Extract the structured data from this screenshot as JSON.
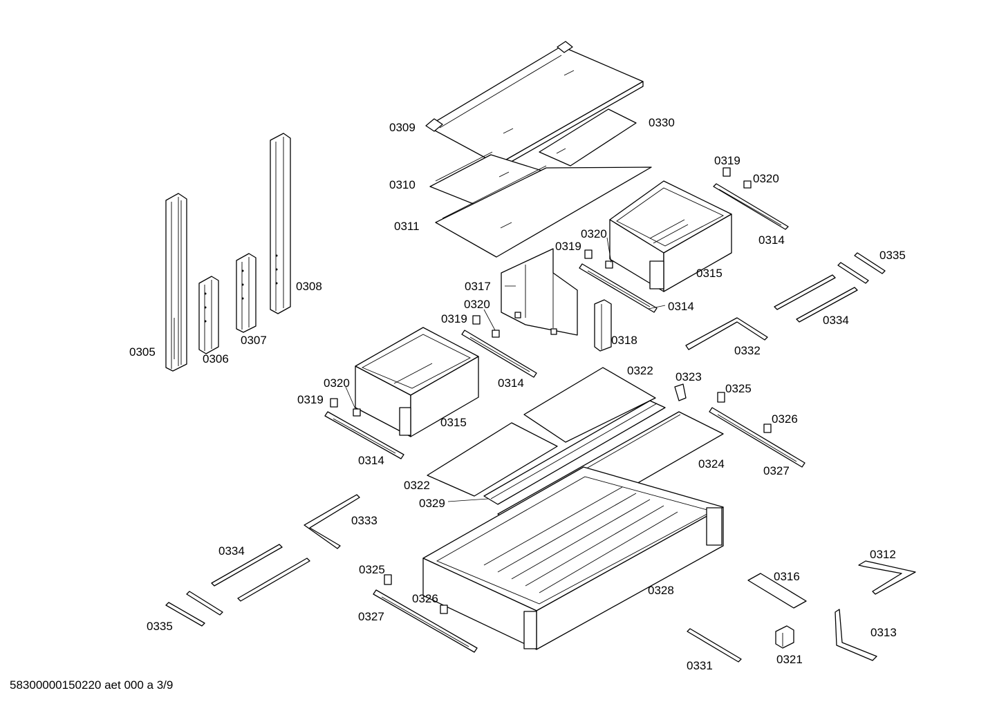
{
  "labels": {
    "p0305": "0305",
    "p0306": "0306",
    "p0307": "0307",
    "p0308": "0308",
    "p0309": "0309",
    "p0310": "0310",
    "p0311": "0311",
    "p0330": "0330",
    "p0319a": "0319",
    "p0320a": "0320",
    "p0314a": "0314",
    "p0315a": "0315",
    "p0319b": "0319",
    "p0320b": "0320",
    "p0314b": "0314",
    "p0317": "0317",
    "p0318": "0318",
    "p0320c": "0320",
    "p0319c": "0319",
    "p0314c": "0314",
    "p0320d": "0320",
    "p0319d": "0319",
    "p0315b": "0315",
    "p0314d": "0314",
    "p0335a": "0335",
    "p0334a": "0334",
    "p0332": "0332",
    "p0322a": "0322",
    "p0323": "0323",
    "p0325a": "0325",
    "p0326a": "0326",
    "p0324": "0324",
    "p0327a": "0327",
    "p0322b": "0322",
    "p0329": "0329",
    "p0333": "0333",
    "p0334b": "0334",
    "p0335b": "0335",
    "p0325b": "0325",
    "p0326b": "0326",
    "p0327b": "0327",
    "p0328": "0328",
    "p0316": "0316",
    "p0312": "0312",
    "p0313": "0313",
    "p0331": "0331",
    "p0321": "0321"
  },
  "footer": "58300000150220 aet 000 a 3/9"
}
